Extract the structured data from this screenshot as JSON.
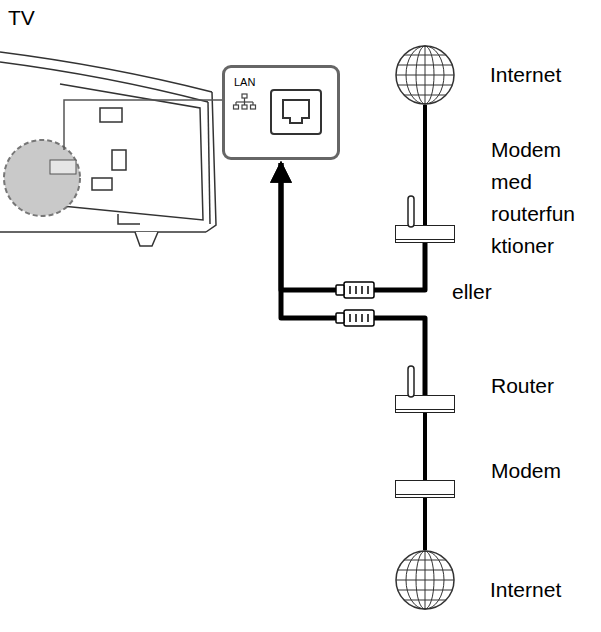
{
  "diagram": {
    "nodes": [
      {
        "text": [
          "LAN"
        ]
      },
      {
        "text": [
          "Internet"
        ]
      },
      {
        "text": [
          "Modem med routerfunktioner"
        ]
      },
      {
        "text": [
          "Router"
        ]
      },
      {
        "text": [
          "Modem"
        ]
      },
      {
        "text": [
          "Internet"
        ]
      }
    ],
    "edges": [
      {
        "from": 1,
        "to": 2,
        "arrow": "none"
      },
      {
        "from": 2,
        "to": 0,
        "arrow": "to"
      },
      {
        "from": 3,
        "to": 0,
        "arrow": "to"
      },
      {
        "from": 4,
        "to": 3,
        "arrow": "none"
      },
      {
        "from": 5,
        "to": 4,
        "arrow": "none"
      }
    ],
    "labels": [
      "TV",
      "eller"
    ]
  }
}
